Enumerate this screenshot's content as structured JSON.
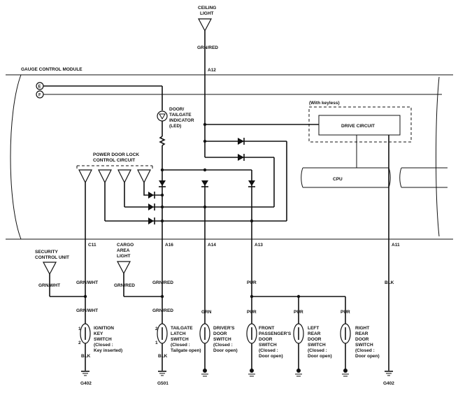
{
  "module": {
    "title": "GAUGE CONTROL MODULE",
    "connector_e": "E",
    "connector_f": "F"
  },
  "ceiling_light": {
    "label": [
      "CEILING",
      "LIGHT"
    ],
    "wire": "GRN/RED",
    "pin": "A12"
  },
  "indicator": {
    "label": [
      "DOOR/",
      "TAILGATE",
      "INDICATOR",
      "(LED)"
    ]
  },
  "keyless": {
    "label": "(With keyless)",
    "drive_circuit": "DRIVE CIRCUIT",
    "cpu": "CPU"
  },
  "power_door_lock": {
    "label": [
      "POWER DOOR LOCK",
      "CONTROL CIRCUIT"
    ]
  },
  "pins": {
    "c11": "C11",
    "a16": "A16",
    "a14": "A14",
    "a13": "A13",
    "a11": "A11"
  },
  "security": {
    "label": [
      "SECURITY",
      "CONTROL UNIT"
    ],
    "wire": "GRN/WHT"
  },
  "cargo": {
    "label": [
      "CARGO",
      "AREA",
      "LIGHT"
    ],
    "wire": "GRN/RED"
  },
  "wires": {
    "c11_top": "GRN/WHT",
    "c11_bottom": "GRN/WHT",
    "a16_top": "GRN/RED",
    "a16_bottom": "GRN/RED",
    "a14": "GRN",
    "a13_top": "PUR",
    "a13_bottom": "PUR",
    "left_rear": "PUR",
    "right_rear": "PUR",
    "a11": "BLK",
    "ignition_ground": "BLK",
    "tailgate_ground": "BLK"
  },
  "switches": {
    "ignition": [
      "IGNITION",
      "KEY",
      "SWITCH",
      "(Closed :",
      "Key inserted)"
    ],
    "tailgate": [
      "TAILGATE",
      "LATCH",
      "SWITCH",
      "(Closed :",
      "Tailgate open)"
    ],
    "driver": [
      "DRIVER'S",
      "DOOR",
      "SWITCH",
      "(Closed :",
      "Door open)"
    ],
    "front_passenger": [
      "FRONT",
      "PASSENGER'S",
      "DOOR",
      "SWITCH",
      "(Closed :",
      "Door open)"
    ],
    "left_rear": [
      "LEFT",
      "REAR",
      "DOOR",
      "SWITCH",
      "(Closed :",
      "Door open)"
    ],
    "right_rear": [
      "RIGHT",
      "REAR",
      "DOOR",
      "SWITCH",
      "(Closed :",
      "Door open)"
    ]
  },
  "switch_pins": {
    "ignition_top": "1",
    "ignition_bottom": "2",
    "tailgate_top": "2",
    "tailgate_bottom": "1"
  },
  "grounds": {
    "g402_left": "G402",
    "g501": "G501",
    "g402_right": "G402"
  }
}
